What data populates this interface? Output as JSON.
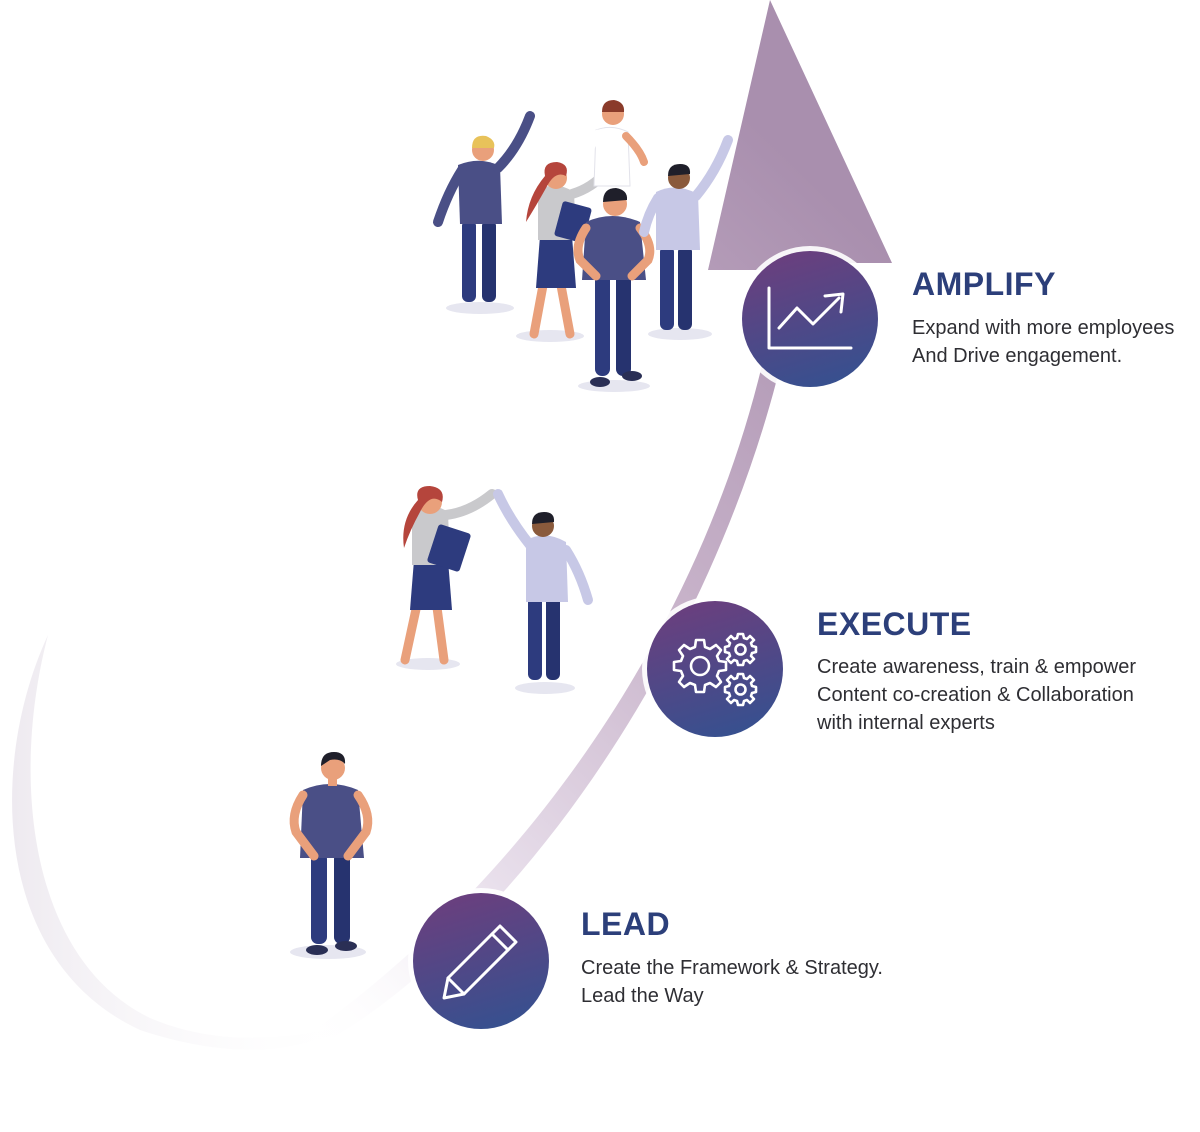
{
  "theme": {
    "title_color": "#2c3f7a",
    "text_color": "#2e2e33",
    "arrow_color": "#a98fae",
    "icon_gradient": [
      "#6b3f7e",
      "#37508f"
    ],
    "figure_shirt": "#4a4f86",
    "figure_pants": "#2d3b7e",
    "figure_light_shirt": "#c7c8e6"
  },
  "stages": [
    {
      "id": "amplify",
      "title": "AMPLIFY",
      "icon": "growth-chart-icon",
      "lines": [
        "Expand with more employees",
        "And Drive engagement."
      ]
    },
    {
      "id": "execute",
      "title": "EXECUTE",
      "icon": "gears-icon",
      "lines": [
        "Create awareness, train & empower",
        "Content co-creation & Collaboration",
        "with internal experts"
      ]
    },
    {
      "id": "lead",
      "title": "LEAD",
      "icon": "pencil-icon",
      "lines": [
        "Create the Framework & Strategy.",
        "Lead the Way"
      ]
    }
  ]
}
